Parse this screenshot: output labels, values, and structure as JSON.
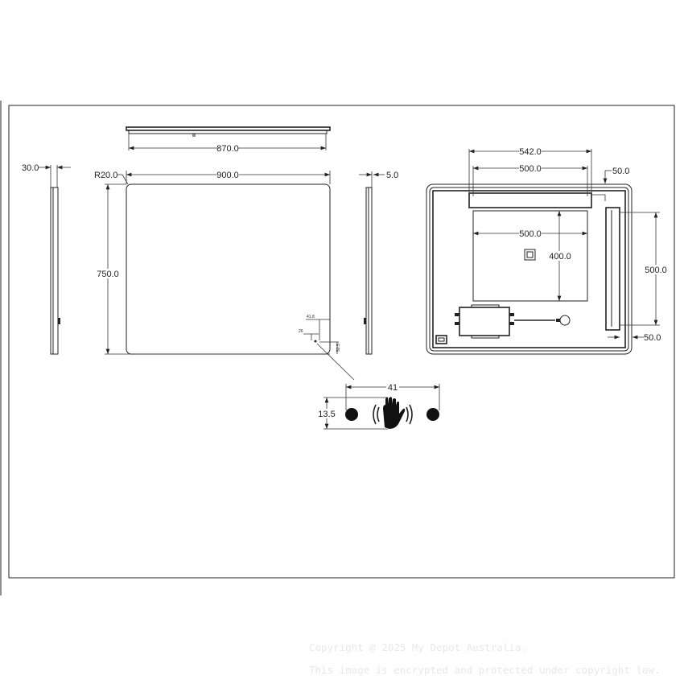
{
  "top_view": {
    "width_label": "870.0"
  },
  "front_view": {
    "width_label": "900.0",
    "height_label": "750.0",
    "radius_label": "R20.0",
    "sensor_offset_x": "41.8",
    "sensor_spacing": "26",
    "sensor_offset_y": "50.5"
  },
  "left_side_view": {
    "depth_label": "30.0"
  },
  "right_side_view": {
    "depth_label": "5.0"
  },
  "back_view": {
    "bar_length_label": "542.0",
    "bar_inner_label": "500.0",
    "top_offset_label": "50.0",
    "panel_width_label": "500.0",
    "panel_height_label": "400.0",
    "side_bar_length_label": "500.0",
    "side_offset_label": "50.0"
  },
  "sensor_detail": {
    "width_label": "41",
    "height_label": "13.5",
    "icon": "hand-wave-sensor-icon"
  },
  "watermark": {
    "line1": "Copyright @ 2025 My Depot Australia.",
    "line2": "This image is encrypted and protected under copyright law."
  }
}
